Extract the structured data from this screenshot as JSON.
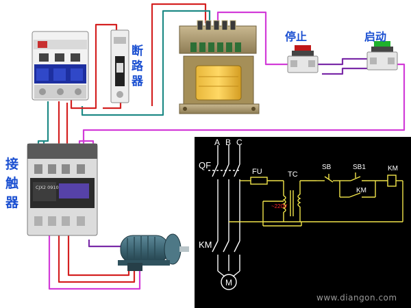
{
  "labels": {
    "breaker": "断路器",
    "contactor": "接触器",
    "stop": "停止",
    "start": "启动"
  },
  "schematic": {
    "phases": [
      "A",
      "B",
      "C"
    ],
    "qf": "QF",
    "fu": "FU",
    "tc": "TC",
    "sb": "SB",
    "sb1": "SB1",
    "km_coil": "KM",
    "km_aux": "KM",
    "km_main": "KM",
    "motor": "M",
    "voltage": "~220V"
  },
  "component_text": {
    "contactor_model": "CJX2 0910"
  },
  "watermark": "www.diangon.com",
  "colors": {
    "wire_red": "#d42020",
    "wire_teal": "#1e8a86",
    "wire_magenta": "#d23ad8",
    "wire_purple": "#7a2aa8",
    "panel_bg": "#000000",
    "panel_line": "#ffffff",
    "panel_control": "#f2e64a",
    "label_blue": "#1a4fd1"
  }
}
